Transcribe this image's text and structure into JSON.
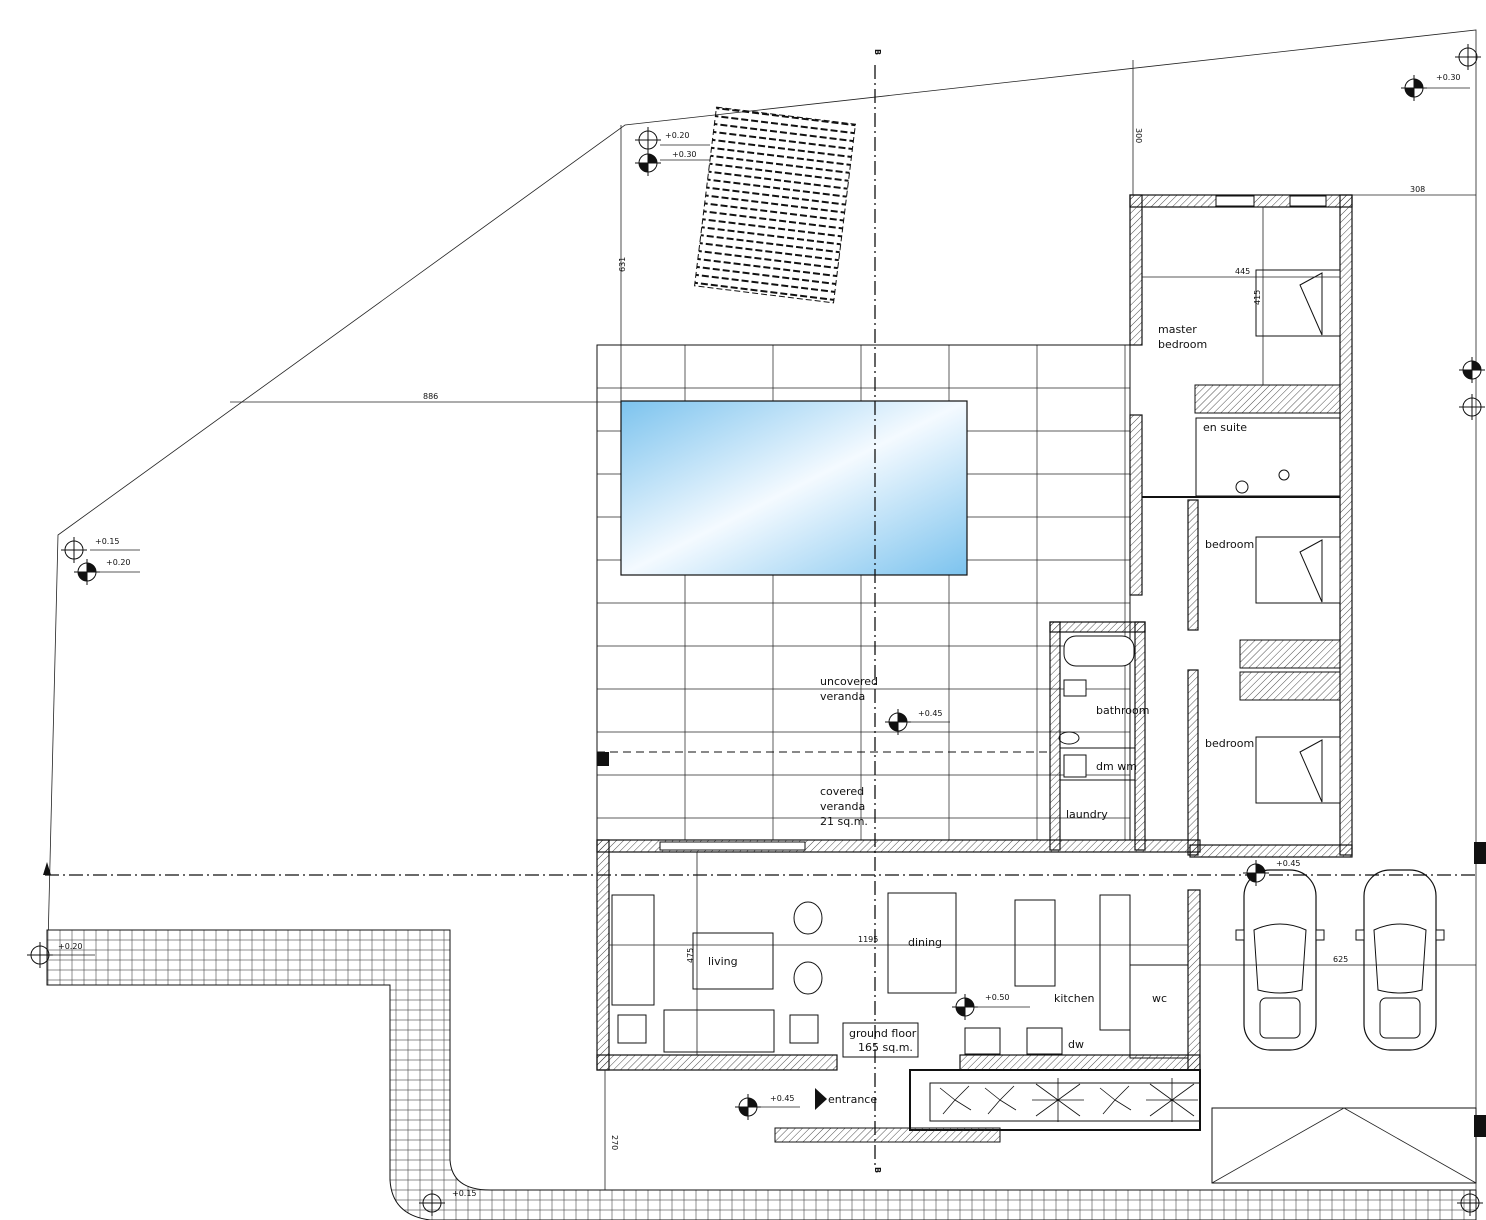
{
  "drawing": {
    "title": "ground floor",
    "area": "165 sq.m.",
    "section_mark": "B",
    "rooms": {
      "master_bedroom_1": "master",
      "master_bedroom_2": "bedroom",
      "en_suite": "en suite",
      "bedroom_a": "bedroom",
      "bedroom_b": "bedroom",
      "bathroom": "bathroom",
      "laundry": "laundry",
      "dm_wm": "dm  wm",
      "uncovered_1": "uncovered",
      "uncovered_2": "veranda",
      "covered_1": "covered",
      "covered_2": "veranda",
      "covered_3": "21 sq.m.",
      "living": "living",
      "dining": "dining",
      "kitchen": "kitchen",
      "wc": "wc",
      "dw": "dw",
      "entrance": "entrance"
    },
    "levels": [
      "+0.20",
      "+0.30",
      "+0.30",
      "+0.15",
      "+0.20",
      "+0.45",
      "+0.45",
      "+0.50",
      "+0.45",
      "+0.20",
      "+0.15"
    ],
    "dimensions": [
      "300",
      "308",
      "631",
      "886",
      "445",
      "415",
      "1195",
      "475",
      "625",
      "270"
    ],
    "colors": {
      "pool": "#9fd3f0",
      "line": "#111111"
    }
  }
}
